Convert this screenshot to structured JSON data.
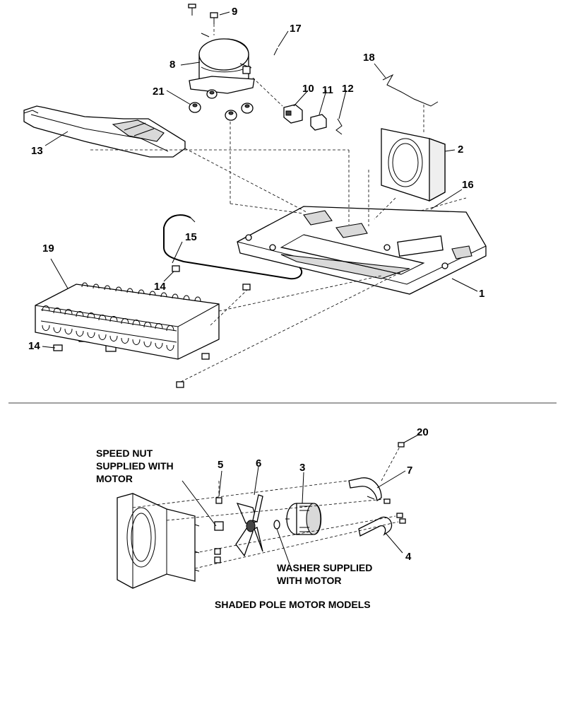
{
  "callouts": {
    "c1": "1",
    "c2": "2",
    "c3": "3",
    "c4": "4",
    "c5": "5",
    "c6": "6",
    "c7": "7",
    "c8": "8",
    "c9": "9",
    "c10": "10",
    "c11": "11",
    "c12": "12",
    "c13": "13",
    "c14a": "14",
    "c14b": "14",
    "c15": "15",
    "c16": "16",
    "c17": "17",
    "c18": "18",
    "c19": "19",
    "c20": "20",
    "c21": "21"
  },
  "notes": {
    "speed_nut_l1": "SPEED NUT",
    "speed_nut_l2": "SUPPLIED WITH",
    "speed_nut_l3": "MOTOR",
    "washer_l1": "WASHER SUPPLIED",
    "washer_l2": "WITH MOTOR",
    "models_caption": "SHADED POLE MOTOR MODELS"
  },
  "colors": {
    "ink": "#000000",
    "paper": "#ffffff",
    "shade": "#d9d9d9"
  }
}
